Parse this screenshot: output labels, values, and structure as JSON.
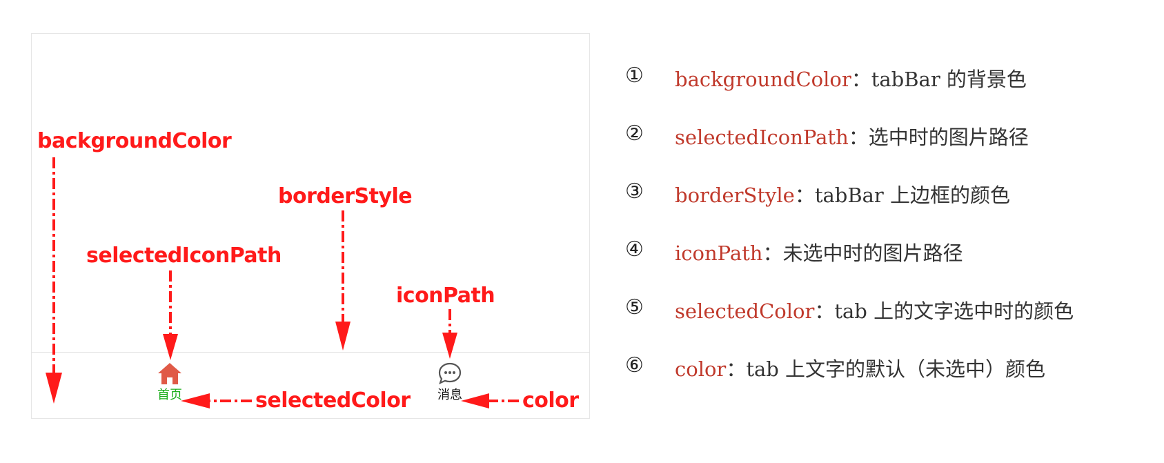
{
  "preview": {
    "callouts": {
      "background_color": "backgroundColor",
      "border_style": "borderStyle",
      "selected_icon_path": "selectedIconPath",
      "icon_path": "iconPath",
      "selected_color": "selectedColor",
      "color": "color"
    },
    "tabs": [
      {
        "label": "首页",
        "icon": "home-icon",
        "color": "#1aad19",
        "selected": true
      },
      {
        "label": "消息",
        "icon": "message-icon",
        "color": "#000000",
        "selected": false
      }
    ],
    "colors": {
      "callout": "#ff1a1a",
      "icon_selected": "#e05a47",
      "border": "#e3e3e3"
    }
  },
  "legend": {
    "items": [
      {
        "num": "①",
        "key": "backgroundColor",
        "desc": "：tabBar 的背景色"
      },
      {
        "num": "②",
        "key": "selectedIconPath",
        "desc": "：选中时的图片路径"
      },
      {
        "num": "③",
        "key": "borderStyle",
        "desc": "：tabBar 上边框的颜色"
      },
      {
        "num": "④",
        "key": "iconPath",
        "desc": "：未选中时的图片路径"
      },
      {
        "num": "⑤",
        "key": "selectedColor",
        "desc": "：tab 上的文字选中时的颜色"
      },
      {
        "num": "⑥",
        "key": "color",
        "desc": "：tab 上文字的默认（未选中）颜色"
      }
    ],
    "key_color": "#c0392b"
  }
}
